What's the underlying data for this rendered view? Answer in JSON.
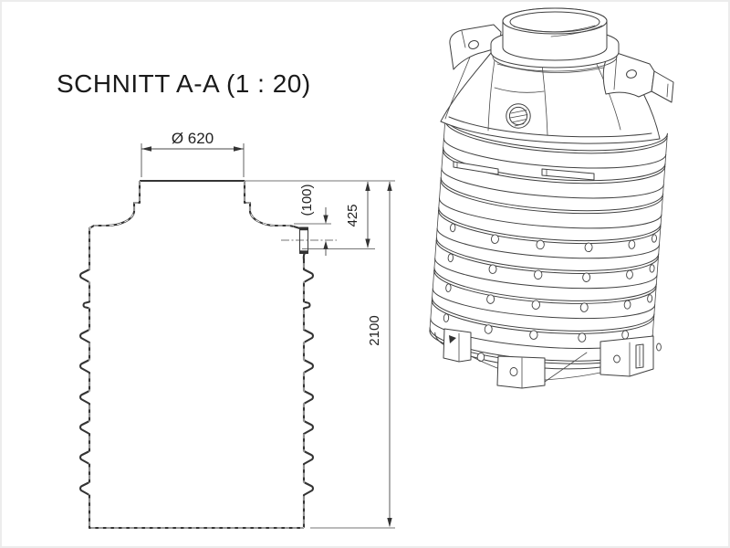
{
  "colors": {
    "background": "#ffffff",
    "line": "#3a3a3a",
    "text": "#1a1a1a"
  },
  "drawing": {
    "title": "SCHNITT A-A (1 : 20)",
    "section_view": {
      "label": "section view of shaft",
      "dims": {
        "diameter": "Ø 620",
        "ref_offset": "(100)",
        "upper_height": "425",
        "total_height": "2100"
      }
    },
    "isometric_view": {
      "label": "isometric view of ribbed cistern shaft"
    }
  }
}
